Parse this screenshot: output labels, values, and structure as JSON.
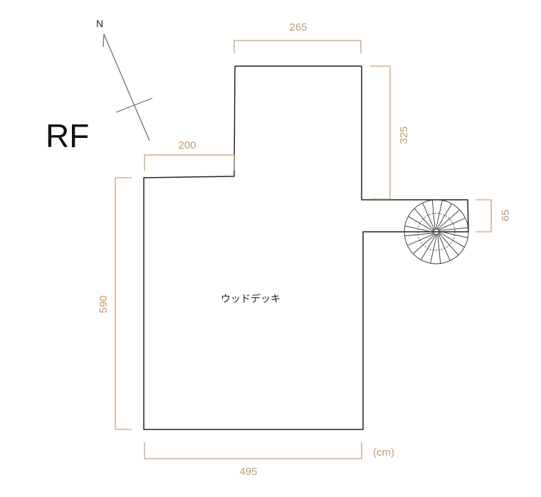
{
  "floor_label": "RF",
  "north_label": "N",
  "room_label": "ウッドデッキ",
  "unit_label": "(cm)",
  "dimensions": {
    "top_width": "265",
    "right_height": "325",
    "left_upper_width": "200",
    "left_height": "590",
    "stair_opening": "65",
    "bottom_width": "495"
  },
  "colors": {
    "wall": "#222222",
    "dimension": "#c8a27a"
  }
}
